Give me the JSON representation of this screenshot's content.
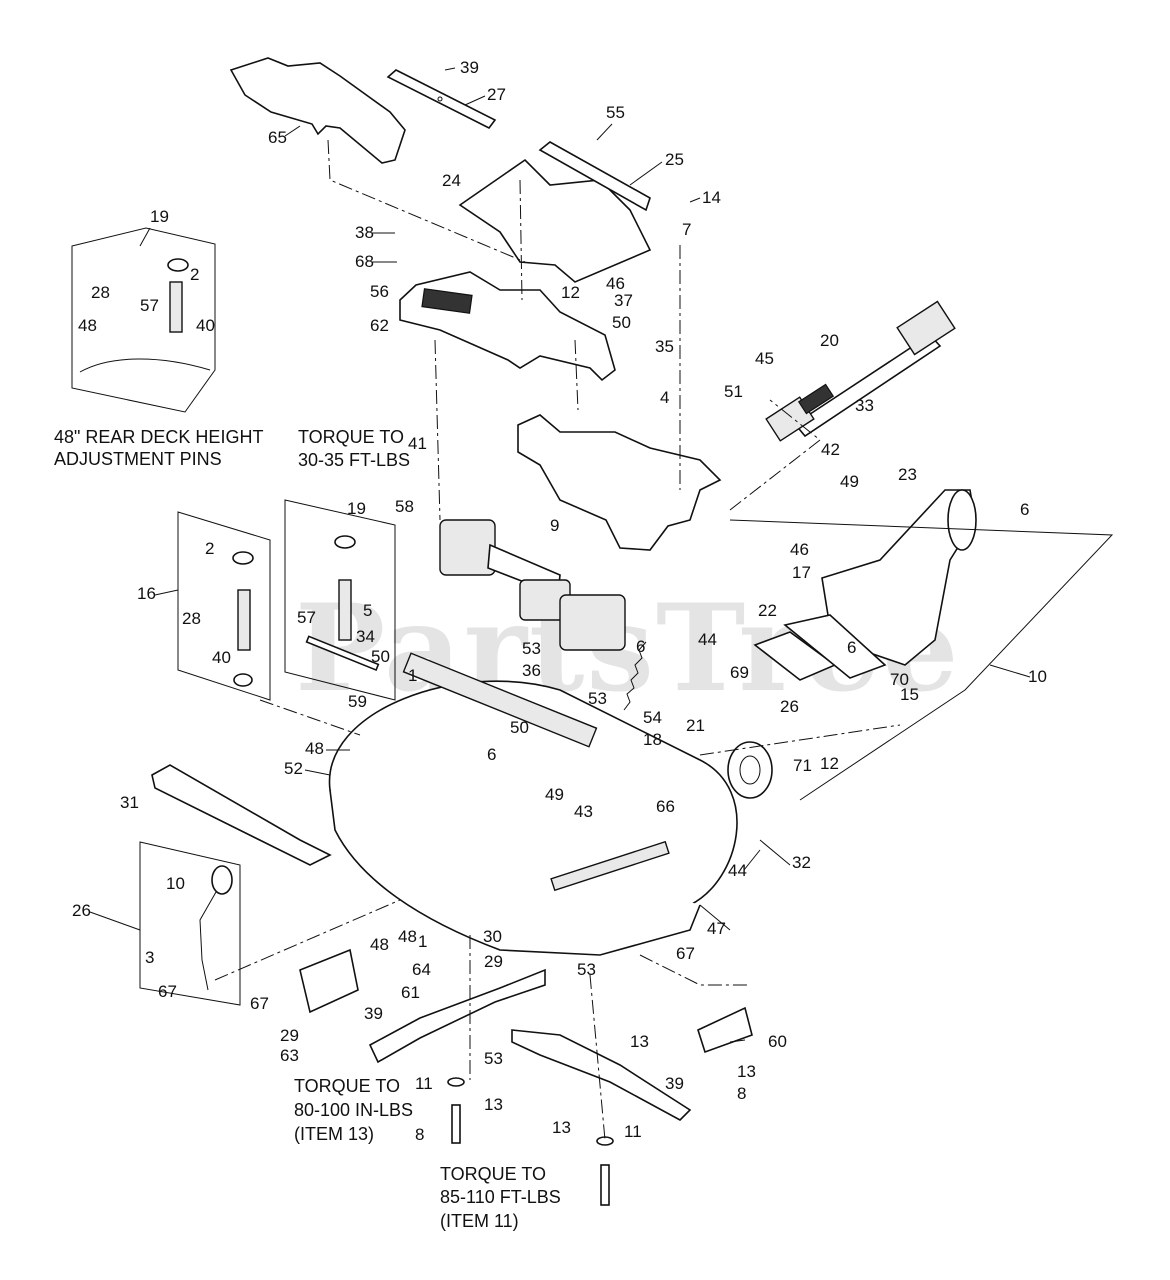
{
  "watermark": "PartsTree",
  "notes": {
    "rear_pins_line1": "48\" REAR DECK HEIGHT",
    "rear_pins_line2": "ADJUSTMENT PINS",
    "torque1_line1": "TORQUE TO",
    "torque1_line2": "30-35 FT-LBS",
    "torque2_line1": "TORQUE TO",
    "torque2_line2": "80-100 IN-LBS",
    "torque2_line3": "(ITEM 13)",
    "torque3_line1": "TORQUE TO",
    "torque3_line2": "85-110 FT-LBS",
    "torque3_line3": "(ITEM 11)"
  },
  "callouts": [
    "39",
    "27",
    "65",
    "55",
    "25",
    "24",
    "14",
    "7",
    "19",
    "38",
    "68",
    "46",
    "37",
    "12",
    "50",
    "56",
    "62",
    "2",
    "28",
    "57",
    "40",
    "48",
    "35",
    "20",
    "45",
    "4",
    "51",
    "33",
    "42",
    "41",
    "58",
    "9",
    "23",
    "6",
    "49",
    "16",
    "2",
    "28",
    "19",
    "46",
    "17",
    "22",
    "44",
    "5",
    "34",
    "40",
    "57",
    "50",
    "53",
    "36",
    "6",
    "6",
    "69",
    "70",
    "15",
    "10",
    "26",
    "1",
    "59",
    "48",
    "52",
    "50",
    "53",
    "54",
    "18",
    "21",
    "71",
    "12",
    "6",
    "49",
    "66",
    "43",
    "31",
    "32",
    "10",
    "26",
    "44",
    "47",
    "3",
    "48",
    "48",
    "1",
    "30",
    "67",
    "67",
    "64",
    "29",
    "67",
    "61",
    "53",
    "39",
    "29",
    "63",
    "13",
    "60",
    "53",
    "39",
    "13",
    "8",
    "11",
    "13",
    "8",
    "13",
    "11"
  ]
}
